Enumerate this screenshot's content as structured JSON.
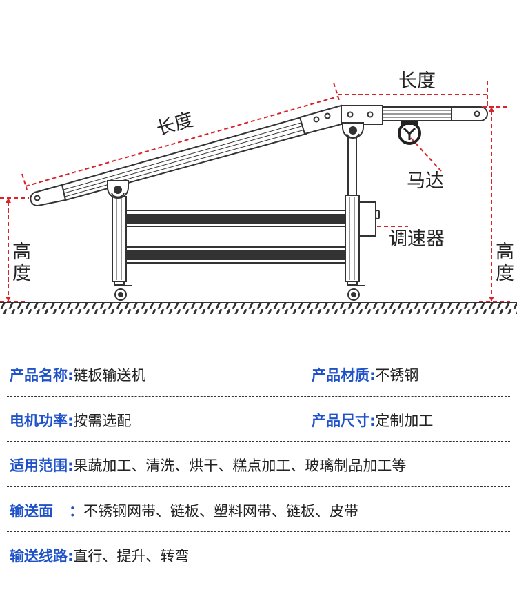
{
  "diagram": {
    "labels": {
      "length_top": "长度",
      "length_incline": "长度",
      "motor": "马达",
      "speed_controller": "调速器",
      "height_left": [
        "高",
        "度"
      ],
      "height_right": [
        "高",
        "度"
      ]
    },
    "colors": {
      "dimension": "#d9232a",
      "frame": "#333333"
    }
  },
  "specs": [
    {
      "label": "产品名称:",
      "value": "链板输送机"
    },
    {
      "label": "产品材质:",
      "value": "不锈钢"
    },
    {
      "label": "电机功率:",
      "value": "按需选配"
    },
    {
      "label": "产品尺寸:",
      "value": "定制加工"
    },
    {
      "label": "适用范围:",
      "value": "果蔬加工、清洗、烘干、糕点加工、玻璃制品加工等"
    },
    {
      "label": "输送面",
      "sep": "：",
      "value": "不锈钢网带、链板、塑料网带、链板、皮带"
    },
    {
      "label": "输送线路:",
      "value": "直行、提升、转弯"
    }
  ],
  "colors": {
    "label": "#1f52c9",
    "value": "#222222"
  }
}
